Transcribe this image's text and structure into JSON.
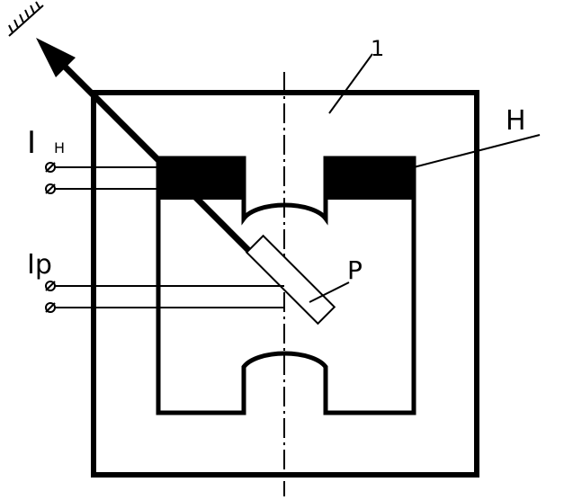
{
  "labels": {
    "ref_1": "1",
    "coil_h_label": "H",
    "coil_p_label": "P",
    "current_h_main": "I",
    "current_h_sub": "H",
    "current_p": "Ip"
  },
  "colors": {
    "stroke": "#000000",
    "background": "#ffffff",
    "winding_fill": "#000000"
  }
}
